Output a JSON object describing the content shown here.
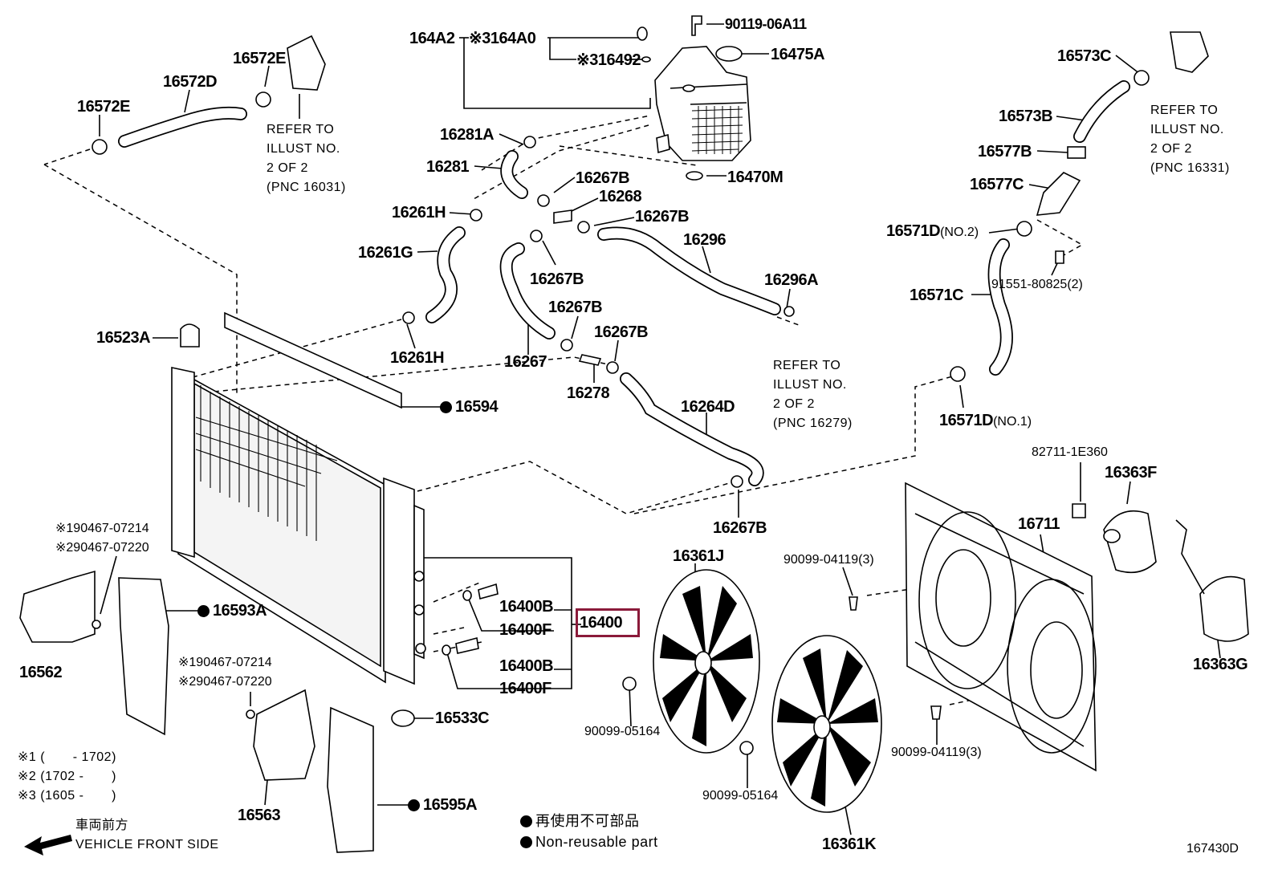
{
  "labels": {
    "p164A2": "164A2",
    "p164A0": "※3164A0",
    "p16492": "※316492",
    "p90119": "90119-06A11",
    "p16475A": "16475A",
    "p16572E_top": "16572E",
    "p16572D": "16572D",
    "p16572E_left": "16572E",
    "p16573C": "16573C",
    "p16573B": "16573B",
    "p16577B": "16577B",
    "p16577C": "16577C",
    "p16571D_no2": "16571D",
    "p16571D_no2_suffix": "(NO.2)",
    "p91551": "91551-80825(2)",
    "p16571C": "16571C",
    "p16571D_no1": "16571D",
    "p16571D_no1_suffix": "(NO.1)",
    "p16281A": "16281A",
    "p16281": "16281",
    "p16470M": "16470M",
    "p16267B_1": "16267B",
    "p16268": "16268",
    "p16267B_2": "16267B",
    "p16261H_top": "16261H",
    "p16296": "16296",
    "p16261G": "16261G",
    "p16267B_3": "16267B",
    "p16296A": "16296A",
    "p16267B_4": "16267B",
    "p16267B_5": "16267B",
    "p16523A": "16523A",
    "p16261H_bot": "16261H",
    "p16267": "16267",
    "p16278": "16278",
    "p16594": "16594",
    "p16264D": "16264D",
    "p82711": "82711-1E360",
    "p16363F": "16363F",
    "p16711": "16711",
    "p16267B_6": "16267B",
    "p16361J": "16361J",
    "p90099_04119_top": "90099-04119(3)",
    "p90467_07214_a": "※190467-07214",
    "p90467_07220_a": "※290467-07220",
    "p16593A": "16593A",
    "p16400B_a": "16400B",
    "p16400F_a": "16400F",
    "p16400": "16400",
    "p16562": "16562",
    "p16400B_b": "16400B",
    "p16363G": "16363G",
    "p90467_07214_b": "※190467-07214",
    "p90467_07220_b": "※290467-07220",
    "p16400F_b": "16400F",
    "p16533C": "16533C",
    "p90099_05164_a": "90099-05164",
    "p90099_04119_bot": "90099-04119(3)",
    "p90099_05164_b": "90099-05164",
    "p16563": "16563",
    "p16595A": "16595A",
    "p16361K": "16361K",
    "diagram_id": "167430D"
  },
  "refer_notes": {
    "illust_16031": [
      "REFER TO",
      "ILLUST NO.",
      "2 OF 2",
      "(PNC 16031)"
    ],
    "illust_16331": [
      "REFER TO",
      "ILLUST NO.",
      "2 OF 2",
      "(PNC 16331)"
    ],
    "illust_16279": [
      "REFER TO",
      "ILLUST NO.",
      "2 OF 2",
      "(PNC 16279)"
    ]
  },
  "footnotes": {
    "n1": "※1 (       - 1702)",
    "n2": "※2 (1702 -       )",
    "n3": "※3 (1605 -       )"
  },
  "legend": {
    "jp": "再使用不可部品",
    "en": "Non-reusable part"
  },
  "direction": {
    "jp": "車両前方",
    "en": "VEHICLE FRONT SIDE"
  },
  "highlight_color": "#8b1a3a"
}
